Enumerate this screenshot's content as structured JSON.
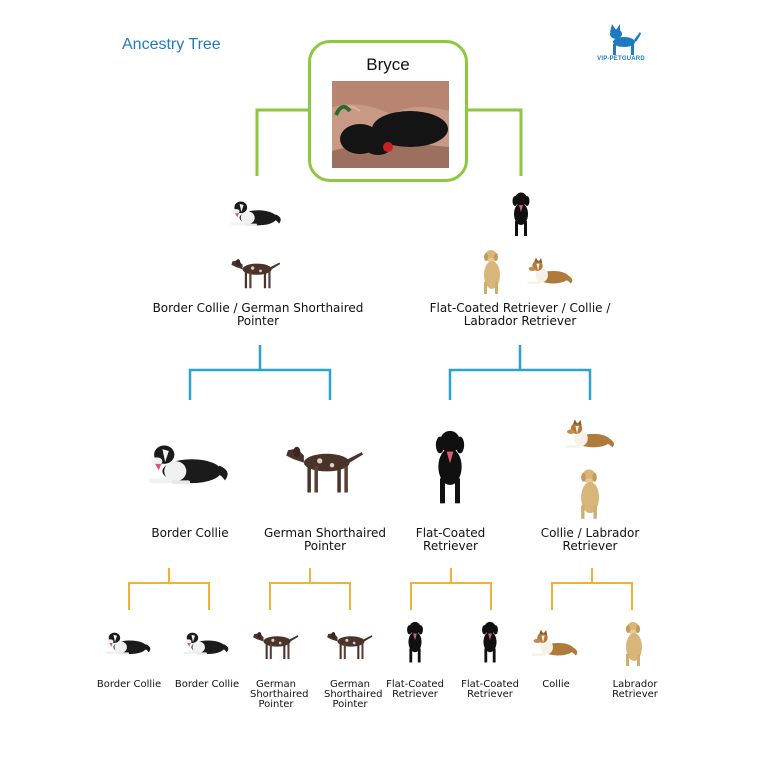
{
  "header": {
    "title": "Ancestry Tree",
    "brand_name": "VIP-PETGUARD",
    "brand_icon": "dog-logo-icon"
  },
  "colors": {
    "accent_blue": "#1f7bbf",
    "level1_line": "#8dc63f",
    "level2_line": "#2aa3cf",
    "level3_line": "#f2b134"
  },
  "root": {
    "name": "Bryce",
    "photo": "black-dog-photo-icon"
  },
  "level1": [
    {
      "label": "Border Collie / German Shorthaired Pointer",
      "dogs": [
        "border-collie-icon",
        "german-shorthaired-pointer-icon"
      ]
    },
    {
      "label": "Flat-Coated Retriever / Collie / Labrador Retriever",
      "dogs": [
        "flat-coated-retriever-icon",
        "labrador-retriever-icon",
        "collie-icon"
      ]
    }
  ],
  "level2": [
    {
      "label": "Border Collie"
    },
    {
      "label": "German Shorthaired Pointer"
    },
    {
      "label": "Flat-Coated Retriever"
    },
    {
      "label": "Collie / Labrador Retriever"
    }
  ],
  "level3": [
    {
      "label": "Border Collie"
    },
    {
      "label": "Border Collie"
    },
    {
      "label": "German Shorthaired Pointer"
    },
    {
      "label": "German Shorthaired Pointer"
    },
    {
      "label": "Flat-Coated Retriever"
    },
    {
      "label": "Flat-Coated Retriever"
    },
    {
      "label": "Collie"
    },
    {
      "label": "Labrador Retriever"
    }
  ]
}
